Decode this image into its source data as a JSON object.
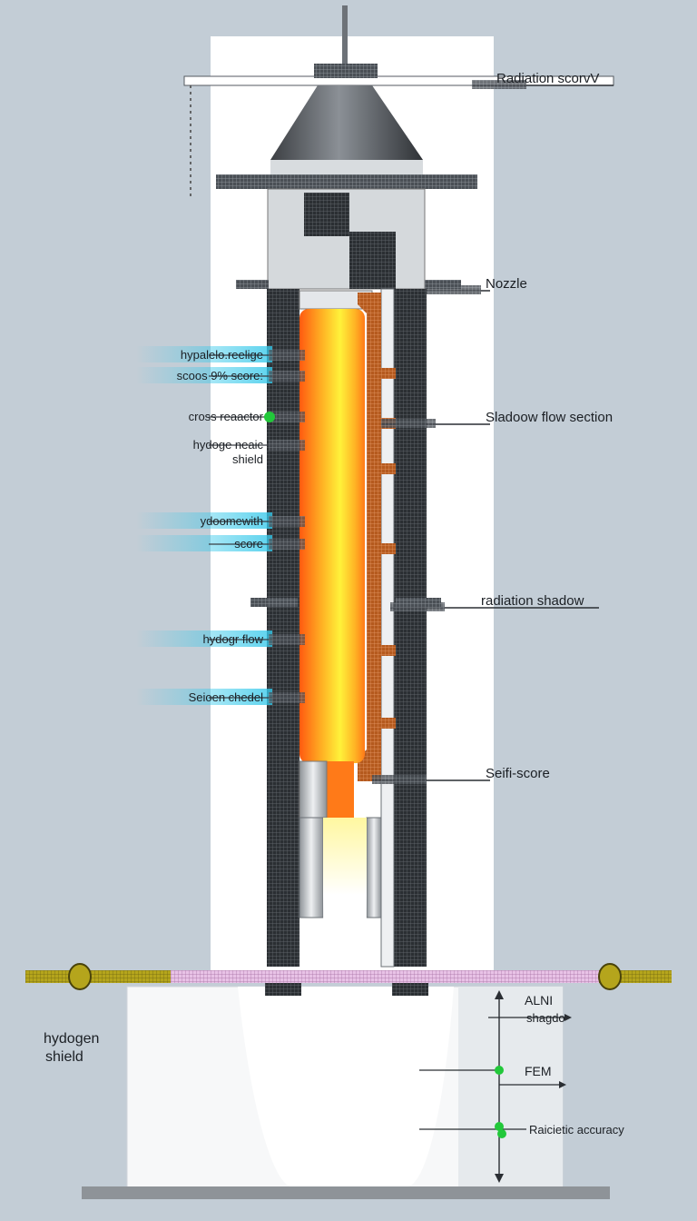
{
  "labels_right": [
    {
      "id": "radiation-scorvv",
      "text": "Radiation  scorvV"
    },
    {
      "id": "nozzle",
      "text": "Nozzle"
    },
    {
      "id": "shadow-flow-section",
      "text": "Sladoow flow section"
    },
    {
      "id": "radiation-shadow",
      "text": "radiation  shadow"
    },
    {
      "id": "self-score",
      "text": "Seifi-score"
    }
  ],
  "labels_left": [
    {
      "id": "hypaleo-reelige",
      "text": "hypalelo.reelige"
    },
    {
      "id": "scoos-score",
      "text": "scoos  9%  score:"
    },
    {
      "id": "cross-reactor",
      "text": "cross  reaactor"
    },
    {
      "id": "hydogen-sheild-1",
      "text": "hydoge neaic"
    },
    {
      "id": "hydogen-sheild-2",
      "text": "shield"
    },
    {
      "id": "ydoomewith",
      "text": "ydoomewith"
    },
    {
      "id": "score",
      "text": "score"
    },
    {
      "id": "hydogr-flow",
      "text": "hydogr flow"
    },
    {
      "id": "seloen-chedel",
      "text": "Seioen chedel"
    }
  ],
  "labels_bottom": [
    {
      "id": "hydogen-shield-title-1",
      "text": "hydogen"
    },
    {
      "id": "hydogen-shield-title-2",
      "text": "shield"
    },
    {
      "id": "alni",
      "text": "ALNI"
    },
    {
      "id": "shagdo",
      "text": "shagdo"
    },
    {
      "id": "fem",
      "text": "FEM"
    },
    {
      "id": "raicietic-accuracy",
      "text": "Raicietic accuracy"
    }
  ],
  "colors": {
    "background": "#c3cdd6",
    "panel": "#ffffff",
    "core_hot": "#ff6a10",
    "core_center": "#fff23a",
    "grid_dark": "#2b2f33",
    "copper": "#c8763c",
    "cyan_glow": "#34c8ea",
    "green_marker": "#22c83a",
    "rail_yellow": "#b5a51c",
    "rail_pink": "#d9a3d6"
  }
}
